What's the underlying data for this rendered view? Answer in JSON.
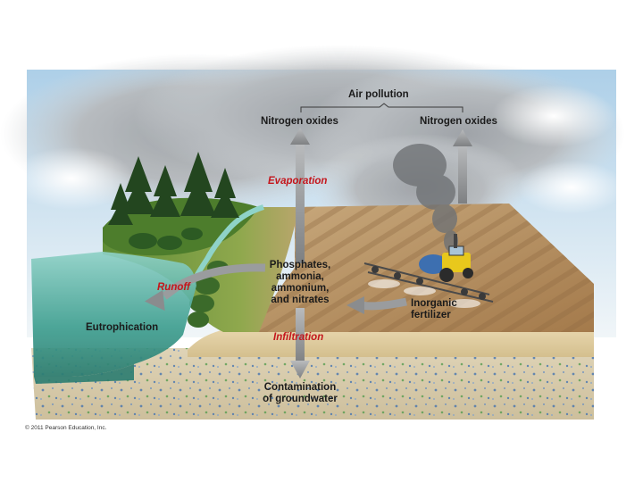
{
  "labels": {
    "air_pollution": "Air pollution",
    "nitrogen_oxides_left": "Nitrogen oxides",
    "nitrogen_oxides_right": "Nitrogen oxides",
    "evaporation": "Evaporation",
    "runoff": "Runoff",
    "eutrophication": "Eutrophication",
    "nutrients": [
      "Phosphates,",
      "ammonia,",
      "ammonium,",
      "and nitrates"
    ],
    "inorganic_fertilizer": [
      "Inorganic",
      "fertilizer"
    ],
    "infiltration": "Infiltration",
    "groundwater": [
      "Contamination",
      "of groundwater"
    ]
  },
  "copyright": "© 2011 Pearson Education, Inc.",
  "colors": {
    "process_label": "#c4161c",
    "arrow": "#8f9193",
    "water": "#5fb6a6",
    "field": "#b58f63",
    "forest": "#2f5a27",
    "soil": "#d9cdb0",
    "sky_cloud": "#b9bdc2"
  },
  "icons": {
    "tractor": "tractor-icon",
    "trees": "tree-icon",
    "smoke": "smoke-plume"
  }
}
